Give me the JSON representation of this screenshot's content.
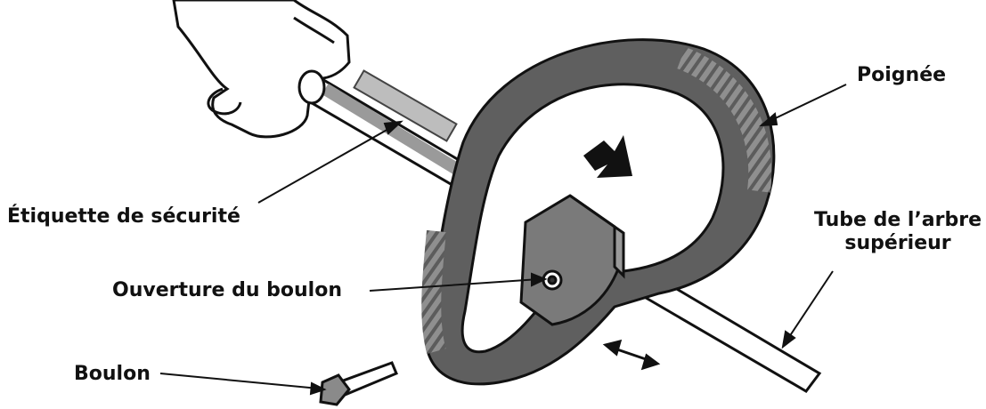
{
  "labels": {
    "handle": "Poignée",
    "safety_label": "Étiquette de sécurité",
    "tube_line1": "Tube de l’arbre",
    "tube_line2": "supérieur",
    "bolt_opening": "Ouverture du boulon",
    "bolt": "Boulon"
  },
  "icons": {
    "down_arrow": "push-down-arrow-icon",
    "slide_arrow": "double-headed-arrow-icon"
  }
}
